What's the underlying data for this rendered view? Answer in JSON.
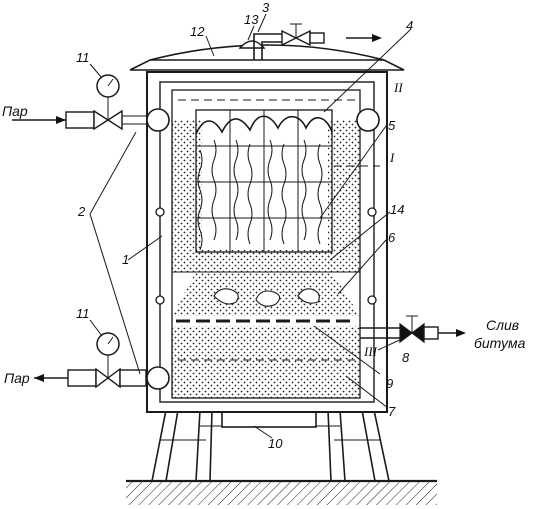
{
  "labels": {
    "n1": "1",
    "n2": "2",
    "n3": "3",
    "n4": "4",
    "n5": "5",
    "n6": "6",
    "n7": "7",
    "n8": "8",
    "n9": "9",
    "n10": "10",
    "n11a": "11",
    "n11b": "11",
    "n12": "12",
    "n13": "13",
    "n14": "14",
    "level_II": "II",
    "level_I": "I",
    "level_III": "III"
  },
  "captions": {
    "steam_in": "Пар",
    "steam_out": "Пар",
    "drain_line1": "Слив",
    "drain_line2": "битума"
  }
}
